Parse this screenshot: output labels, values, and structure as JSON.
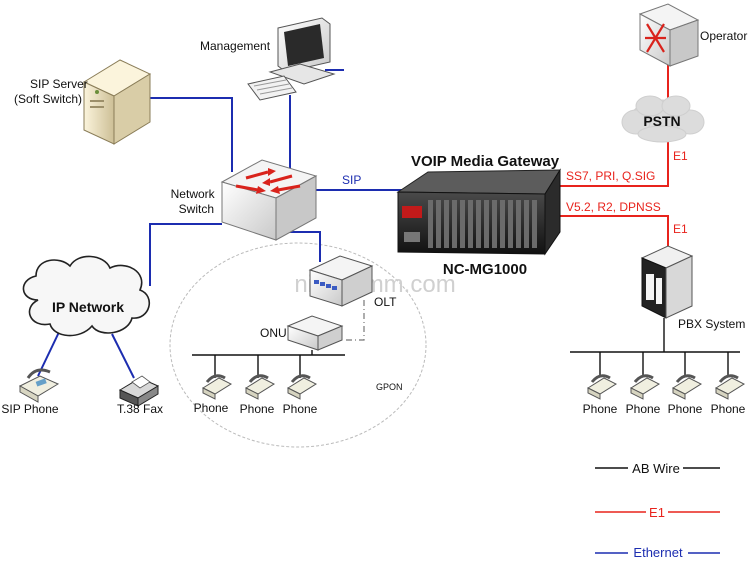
{
  "colors": {
    "ethernet": "#1c2db0",
    "e1": "#e8231c",
    "ab_wire": "#111111",
    "label_red": "#e8231c",
    "label_blue": "#1c2db0",
    "device_light": "#f2f2f2",
    "device_dark": "#222222"
  },
  "nodes": {
    "sip_server": "SIP Server\n(Soft Switch)",
    "management": "Management",
    "network_switch": "Network\nSwitch",
    "gateway_title": "VOIP Media Gateway",
    "gateway_model": "NC-MG1000",
    "operator": "Operator",
    "pstn": "PSTN",
    "pbx": "PBX System",
    "ip_network": "IP Network",
    "olt": "OLT",
    "onu": "ONU",
    "gpon": "GPON",
    "sip_phone": "SIP Phone",
    "fax": "T.38 Fax"
  },
  "links": {
    "sip": "SIP",
    "pstn_protocols": "SS7, PRI, Q.SIG",
    "pbx_protocols": "V5.2, R2, DPNSS",
    "e1_top": "E1",
    "e1_pbx": "E1"
  },
  "phones": {
    "gpon_phones": [
      "Phone",
      "Phone",
      "Phone"
    ],
    "pbx_phones": [
      "Phone",
      "Phone",
      "Phone",
      "Phone"
    ]
  },
  "legend": {
    "ab_wire": "AB Wire",
    "e1": "E1",
    "ethernet": "Ethernet"
  },
  "watermark": "nicecomm.com"
}
